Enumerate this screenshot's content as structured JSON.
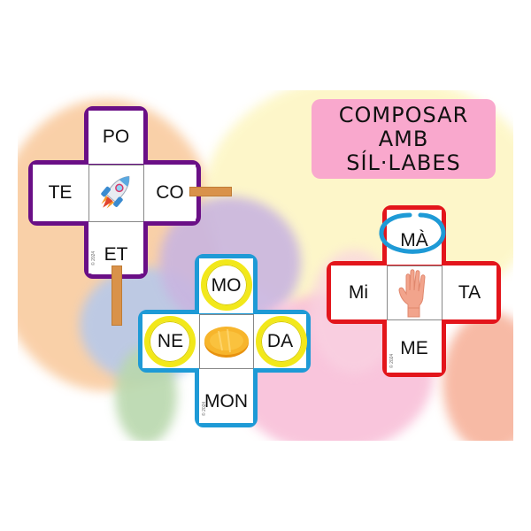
{
  "title": {
    "lines": [
      "COMPOSAR",
      "AMB",
      "SÍL·LABES"
    ],
    "background_color": "#f9a8cd"
  },
  "cards": [
    {
      "name": "purple-card",
      "border_color": "#6a0f86",
      "center_icon": "rocket-icon",
      "top": "PO",
      "left": "TE",
      "right": "CO",
      "bottom": "ET",
      "clothespins": [
        "right",
        "bottom"
      ]
    },
    {
      "name": "blue-card",
      "border_color": "#1e9ad6",
      "center_icon": "coin-icon",
      "top": "MO",
      "left": "NE",
      "right": "DA",
      "bottom": "MON",
      "circled": [
        "top",
        "left",
        "right"
      ],
      "circle_color": "#f2e81a"
    },
    {
      "name": "red-card",
      "border_color": "#e3151b",
      "center_icon": "hand-icon",
      "top": "MÀ",
      "left": "Mi",
      "right": "TA",
      "bottom": "ME",
      "circled": [
        "top"
      ],
      "circle_color": "#1e9ad6"
    }
  ],
  "background_splashes": [
    "#f9c89a",
    "#fdf6c4",
    "#b7c9ea",
    "#c9b5e0",
    "#b9d8ad",
    "#f8bcd6",
    "#f6a98f"
  ]
}
